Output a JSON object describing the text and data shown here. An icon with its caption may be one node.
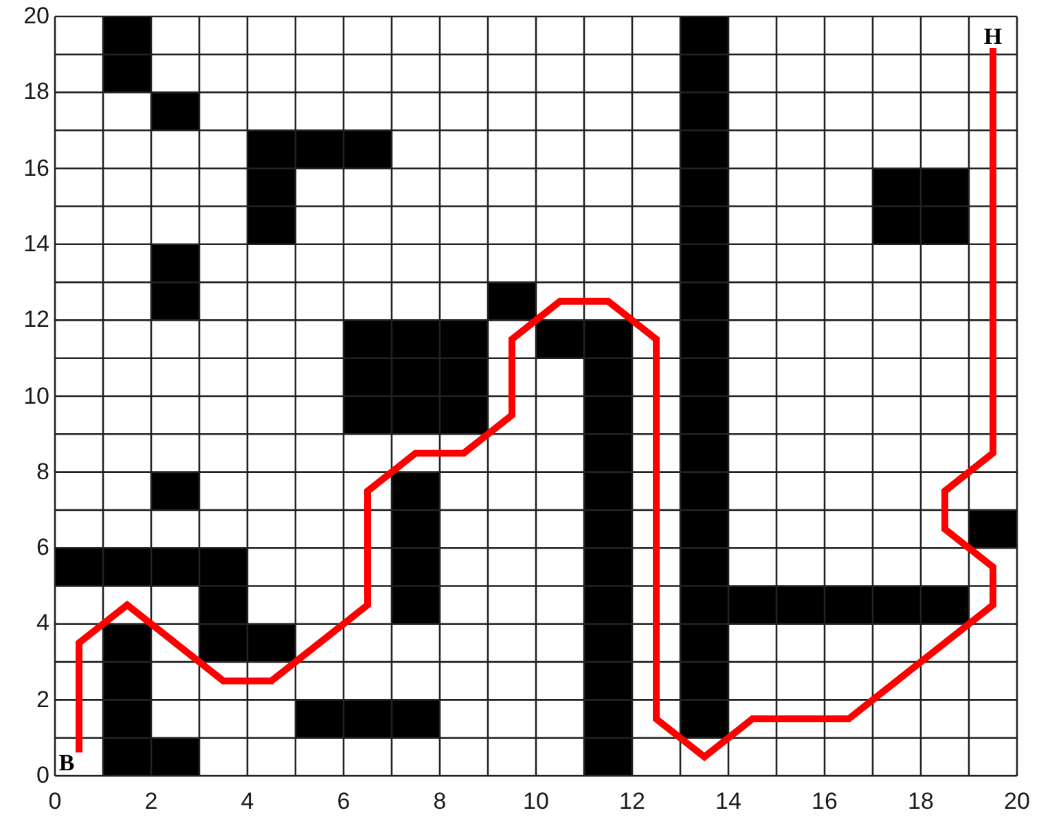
{
  "diagram": {
    "nodes": [
      {
        "text": [
          "B"
        ]
      },
      {
        "text": [
          "H"
        ]
      }
    ],
    "edges": [
      {
        "from": 0,
        "to": 1,
        "arrow": "none"
      }
    ],
    "labels": [
      "20",
      "18",
      "16",
      "14",
      "12",
      "10",
      "8",
      "6",
      "4",
      "2",
      "0",
      "0",
      "2",
      "4",
      "6",
      "8",
      "10",
      "12",
      "14",
      "16",
      "18",
      "20"
    ]
  }
}
